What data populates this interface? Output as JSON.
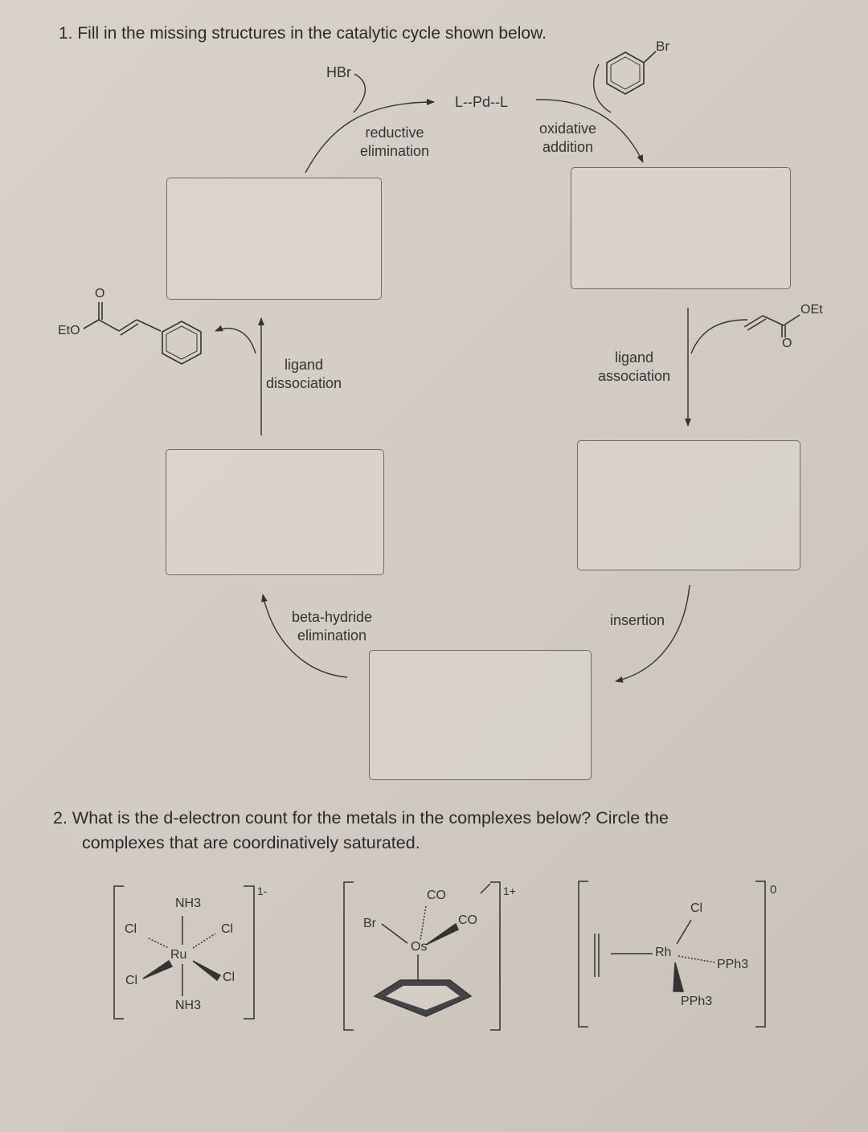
{
  "q1": {
    "text": "1.  Fill in the missing structures in the catalytic cycle shown below.",
    "catalyst": "L--Pd--L",
    "hbr": "HBr",
    "aryl_halide_br": "Br",
    "reductive_elimination": [
      "reductive",
      "elimination"
    ],
    "oxidative_addition": [
      "oxidative",
      "addition"
    ],
    "ligand_dissociation": [
      "ligand",
      "dissociation"
    ],
    "ligand_association": [
      "ligand",
      "association"
    ],
    "beta_hydride_elimination": [
      "beta-hydride",
      "elimination"
    ],
    "insertion": "insertion",
    "product_eto": "EtO",
    "product_o": "O",
    "acrylate_oet": "OEt",
    "acrylate_o": "O"
  },
  "q2": {
    "line1": "2.  What is the d-electron count for the metals in the complexes below? Circle the",
    "line2": "complexes that are coordinatively saturated.",
    "complex1": {
      "charge": "1-",
      "metal": "Ru",
      "nh3_top": "NH3",
      "nh3_bottom": "NH3",
      "cl": "Cl"
    },
    "complex2": {
      "charge": "1+",
      "metal": "Os",
      "br": "Br",
      "co": "CO"
    },
    "complex3": {
      "charge": "0",
      "metal": "Rh",
      "cl": "Cl",
      "pph3": "PPh3"
    }
  }
}
